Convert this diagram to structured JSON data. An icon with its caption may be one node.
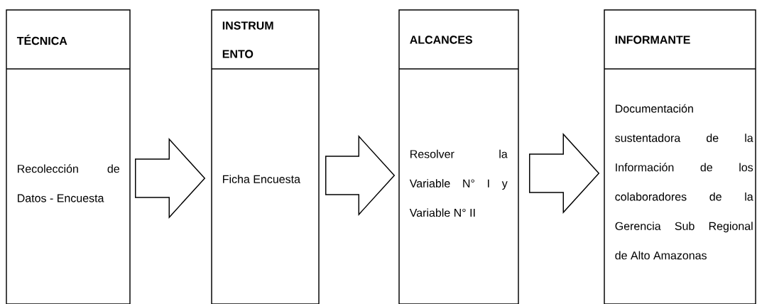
{
  "diagram": {
    "nodes": [
      {
        "text": [
          "TÉCNICA",
          "Recolección de Datos - Encuesta"
        ]
      },
      {
        "text": [
          "INSTRUM ENTO",
          "Ficha Encuesta"
        ]
      },
      {
        "text": [
          "ALCANCES",
          "Resolver la Variable N° I y Variable N° II"
        ]
      },
      {
        "text": [
          "INFORMANTE",
          "Documentación sustentadora de la Información de los colaboradores de la Gerencia Sub Regional de Alto Amazonas"
        ]
      }
    ],
    "edges": [
      {
        "from": 0,
        "to": 1,
        "arrow": "to"
      },
      {
        "from": 1,
        "to": 2,
        "arrow": "to"
      },
      {
        "from": 2,
        "to": 3,
        "arrow": "to"
      }
    ]
  }
}
